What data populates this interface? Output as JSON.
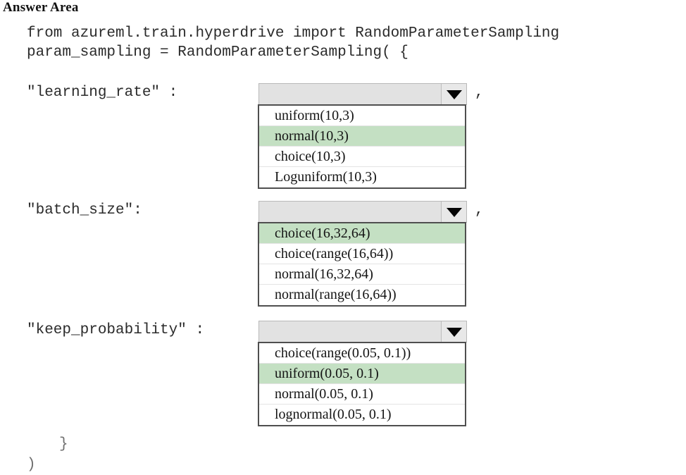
{
  "page": {
    "title": "Answer Area",
    "background_color": "#ffffff"
  },
  "code": {
    "import_line": "from azureml.train.hyperdrive import RandomParameterSampling",
    "assign_line": "param_sampling = RandomParameterSampling( {",
    "closing_brace": "}",
    "closing_paren": ")"
  },
  "colors": {
    "highlight": "#c4e0c3",
    "combo_fill": "#e2e2e2",
    "list_border": "#4f4f4f",
    "arrow": "#050505"
  },
  "parameters": [
    {
      "label": "\"learning_rate\" :",
      "trailing_comma": ",",
      "combo": {
        "selected_value": "",
        "arrow_icon": "chevron-down-icon"
      },
      "options": [
        {
          "label": "uniform(10,3)",
          "selected": false
        },
        {
          "label": "normal(10,3)",
          "selected": true
        },
        {
          "label": "choice(10,3)",
          "selected": false
        },
        {
          "label": "Loguniform(10,3)",
          "selected": false
        }
      ]
    },
    {
      "label": "\"batch_size\":",
      "trailing_comma": ",",
      "combo": {
        "selected_value": "",
        "arrow_icon": "chevron-down-icon"
      },
      "options": [
        {
          "label": "choice(16,32,64)",
          "selected": true
        },
        {
          "label": "choice(range(16,64))",
          "selected": false
        },
        {
          "label": "normal(16,32,64)",
          "selected": false
        },
        {
          "label": "normal(range(16,64))",
          "selected": false
        }
      ]
    },
    {
      "label": "\"keep_probability\" :",
      "trailing_comma": "",
      "combo": {
        "selected_value": "",
        "arrow_icon": "chevron-down-icon"
      },
      "options": [
        {
          "label": "choice(range(0.05, 0.1))",
          "selected": false
        },
        {
          "label": "uniform(0.05, 0.1)",
          "selected": true
        },
        {
          "label": "normal(0.05, 0.1)",
          "selected": false
        },
        {
          "label": "lognormal(0.05, 0.1)",
          "selected": false
        }
      ]
    }
  ]
}
